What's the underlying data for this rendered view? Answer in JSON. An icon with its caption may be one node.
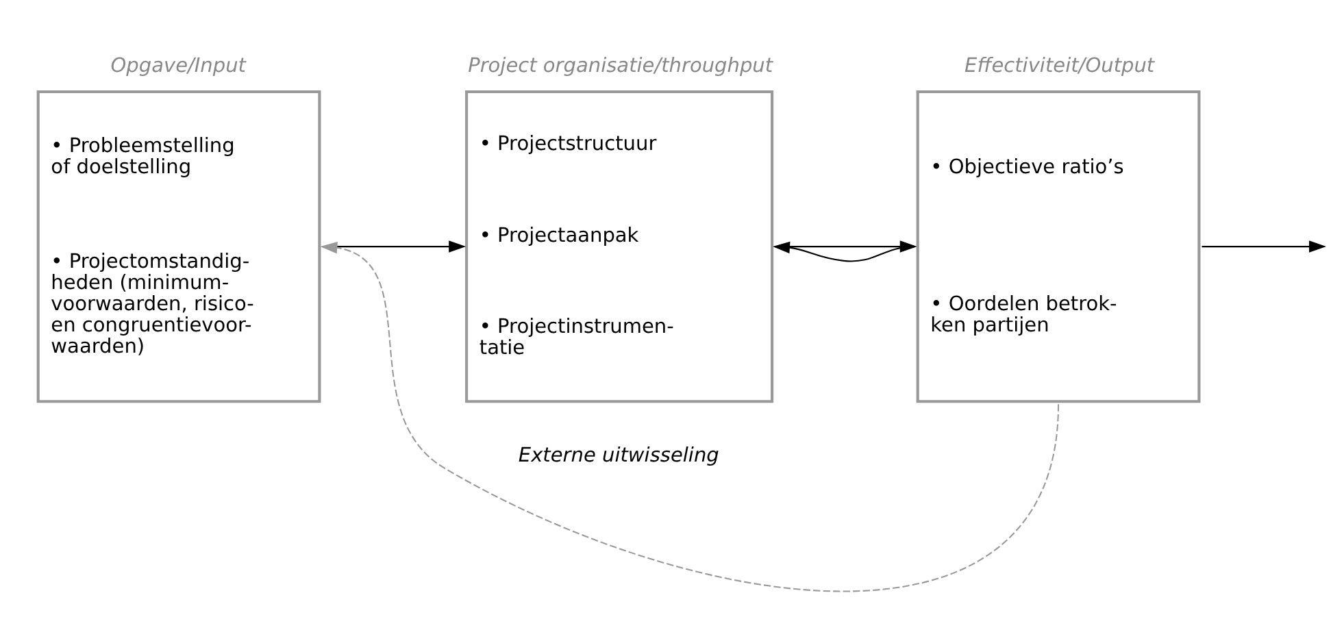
{
  "diagram": {
    "nodes": [
      {
        "text": [
          "Opgave/Input",
          "• Probleemstelling of doelstelling",
          "• Projectomstandig- heden (minimum- voorwaarden, risico- en congruentievoor- waarden)"
        ]
      },
      {
        "text": [
          "Project organisatie/throughput",
          "• Projectstructuur",
          "• Projectaanpak",
          "• Projectinstrumen- tatie"
        ]
      },
      {
        "text": [
          "Effectiviteit/Output",
          "• Objectieve ratio’s",
          "• Oordelen betrok- ken partijen"
        ]
      }
    ],
    "edges": [
      {
        "from": 0,
        "to": 1,
        "arrow": "to"
      },
      {
        "from": 1,
        "to": 2,
        "arrow": "to"
      },
      {
        "from": 2,
        "to": null,
        "arrow": "to"
      },
      {
        "from": 2,
        "to": 1,
        "arrow": "to"
      },
      {
        "from": 2,
        "to": 0,
        "arrow": "to",
        "label": "Externe uitwisseling",
        "style": "dashed",
        "color": "#999999"
      }
    ]
  }
}
